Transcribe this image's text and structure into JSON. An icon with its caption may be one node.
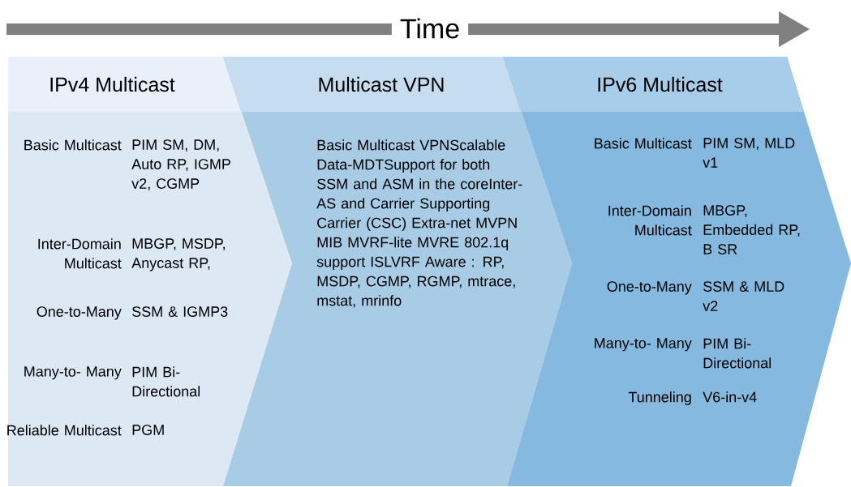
{
  "diagram": {
    "nodes": [
      {
        "text": [
          "IPv4 Multicast",
          "Basic Multicast",
          "PIM SM, DM, Auto RP, IGMP v2, CGMP",
          "Inter-Domain Multicast",
          "MBGP, MSDP, Anycast RP,",
          "One-to-Many",
          "SSM & IGMP3",
          "Many-to- Many",
          "PIM Bi- Directional",
          "Reliable Multicast",
          "PGM"
        ]
      },
      {
        "text": [
          "Multicast VPN",
          "Basic Multicast VPNScalable Data-MDTSupport for both SSM and ASM in the coreInter-AS and Carrier Supporting Carrier (CSC) Extra-net MVPN MIB MVRF-lite MVRE 802.1q support ISLVRF Aware : RP, MSDP, CGMP, RGMP, mtrace, mstat, mrinfo"
        ]
      },
      {
        "text": [
          "IPv6 Multicast",
          "Basic Multicast",
          "PIM SM, MLD v1",
          "Inter-Domain Multicast",
          "MBGP, Embedded RP, B SR",
          "One-to-Many",
          "SSM & MLD v2",
          "Many-to- Many",
          "PIM Bi- Directional",
          "Tunneling",
          "V6-in-v4"
        ]
      }
    ],
    "labels": [
      "Time"
    ]
  }
}
